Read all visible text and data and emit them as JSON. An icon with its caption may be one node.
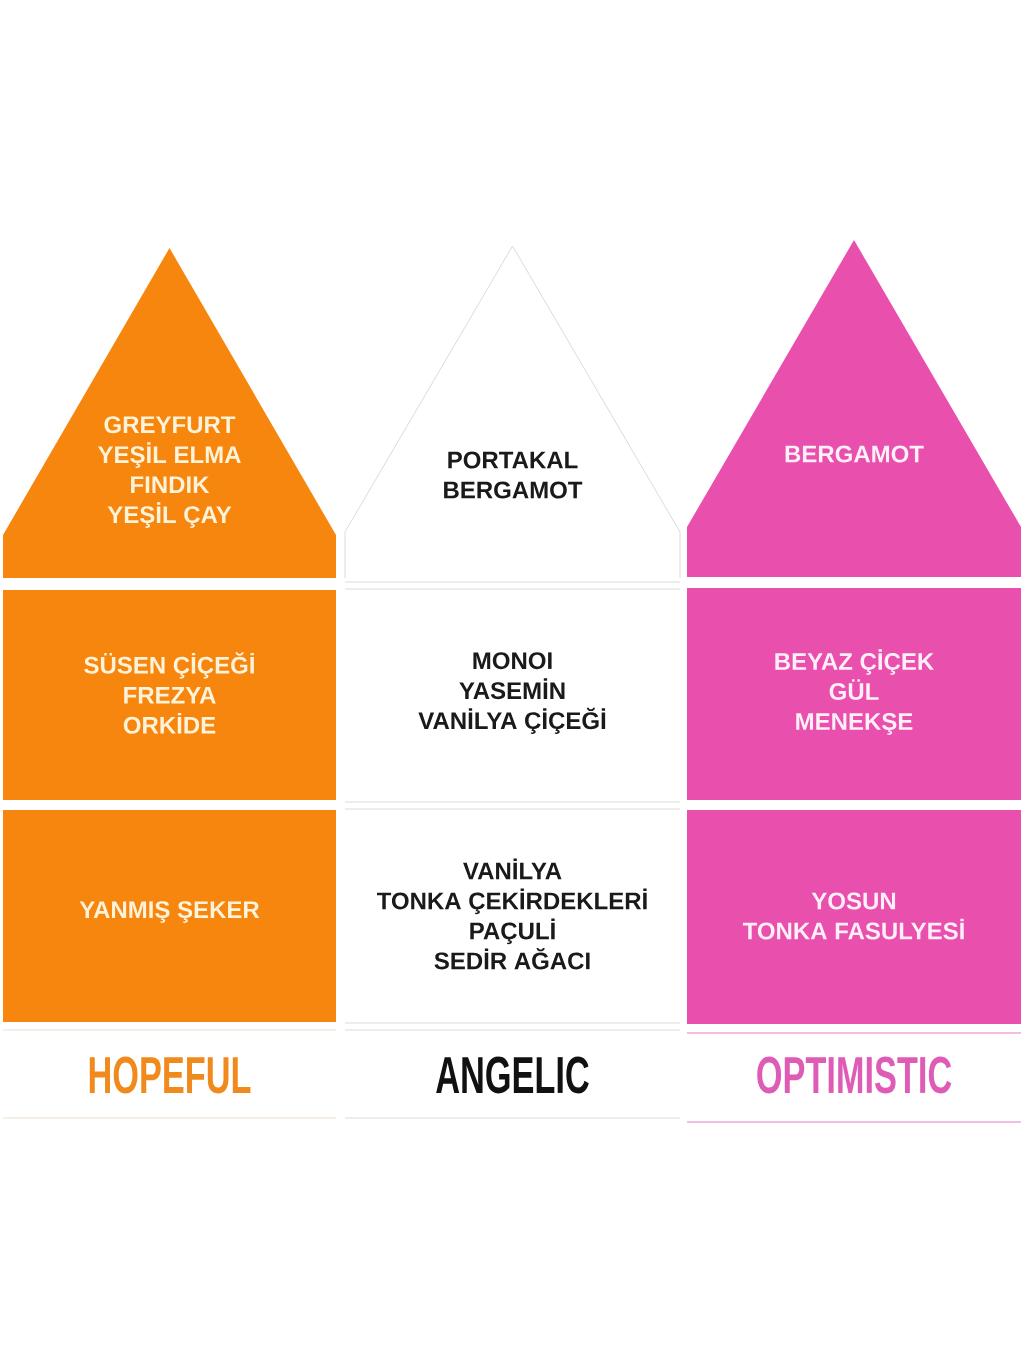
{
  "diagram": {
    "nodes": [
      {
        "text": [
          "GREYFURT",
          "YEŞİL ELMA",
          "FINDIK",
          "YEŞİL ÇAY"
        ]
      },
      {
        "text": [
          "PORTAKAL",
          "BERGAMOT"
        ]
      },
      {
        "text": [
          "BERGAMOT"
        ]
      },
      {
        "text": [
          "SÜSEN ÇİÇEĞİ",
          "FREZYA",
          "ORKİDE"
        ]
      },
      {
        "text": [
          "MONOI",
          "YASEMİN",
          "VANİLYA ÇİÇEĞİ"
        ]
      },
      {
        "text": [
          "BEYAZ ÇİÇEK",
          "GÜL",
          "MENEKŞE"
        ]
      },
      {
        "text": [
          "YANMIŞ ŞEKER"
        ]
      },
      {
        "text": [
          "VANİLYA",
          "TONKA ÇEKİRDEKLERİ",
          "PAÇULİ",
          "SEDİR AĞACI"
        ]
      },
      {
        "text": [
          "YOSUN",
          "TONKA FASULYESİ"
        ]
      }
    ],
    "labels": [
      "HOPEFUL",
      "ANGELIC",
      "OPTIMISTIC"
    ]
  }
}
